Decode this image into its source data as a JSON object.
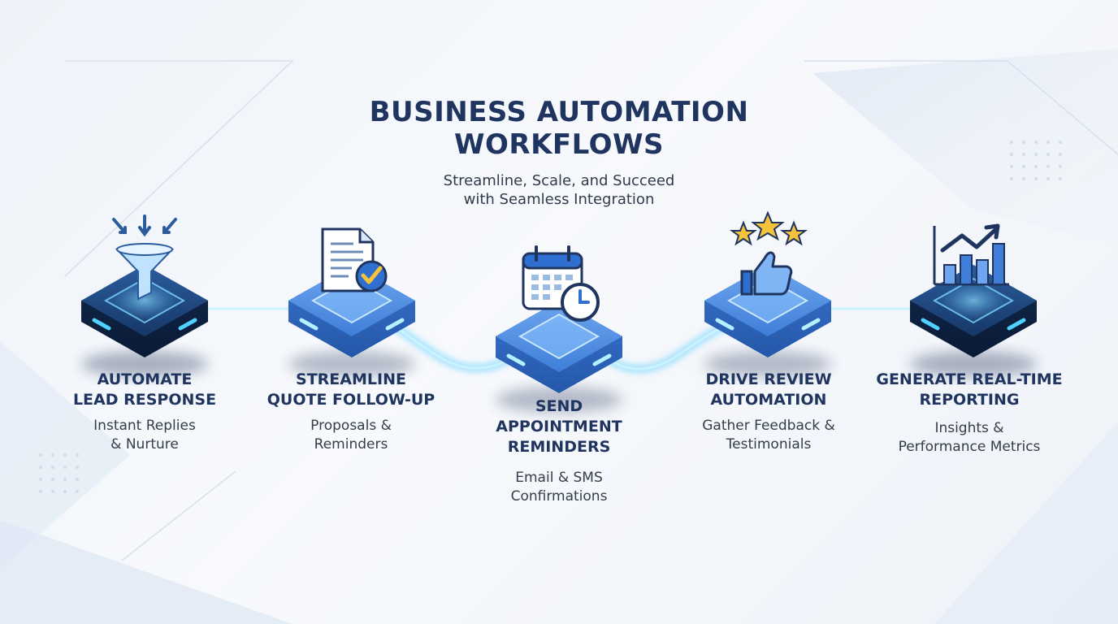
{
  "header": {
    "title_line1": "BUSINESS AUTOMATION",
    "title_line2": "WORKFLOWS",
    "subtitle_line1": "Streamline, Scale, and Succeed",
    "subtitle_line2": "with Seamless Integration"
  },
  "colors": {
    "title": "#1f3560",
    "node_dark": "#0f2546",
    "node_blue": "#2f6fd0",
    "glow": "#5fd0ff"
  },
  "steps": [
    {
      "heading_line1": "AUTOMATE",
      "heading_line2": "LEAD RESPONSE",
      "heading_line3": "",
      "desc_line1": "Instant Replies",
      "desc_line2": "& Nurture",
      "icon": "funnel-icon"
    },
    {
      "heading_line1": "STREAMLINE",
      "heading_line2": "QUOTE FOLLOW-UP",
      "heading_line3": "",
      "desc_line1": "Proposals &",
      "desc_line2": "Reminders",
      "icon": "document-check-icon"
    },
    {
      "heading_line1": "SEND",
      "heading_line2": "APPOINTMENT",
      "heading_line3": "REMINDERS",
      "desc_line1": "Email & SMS",
      "desc_line2": "Confirmations",
      "icon": "calendar-clock-icon"
    },
    {
      "heading_line1": "DRIVE REVIEW",
      "heading_line2": "AUTOMATION",
      "heading_line3": "",
      "desc_line1": "Gather Feedback &",
      "desc_line2": "Testimonials",
      "icon": "thumbs-up-stars-icon"
    },
    {
      "heading_line1": "GENERATE REAL-TIME",
      "heading_line2": "REPORTING",
      "heading_line3": "",
      "desc_line1": "Insights &",
      "desc_line2": "Performance Metrics",
      "icon": "growth-chart-icon"
    }
  ]
}
